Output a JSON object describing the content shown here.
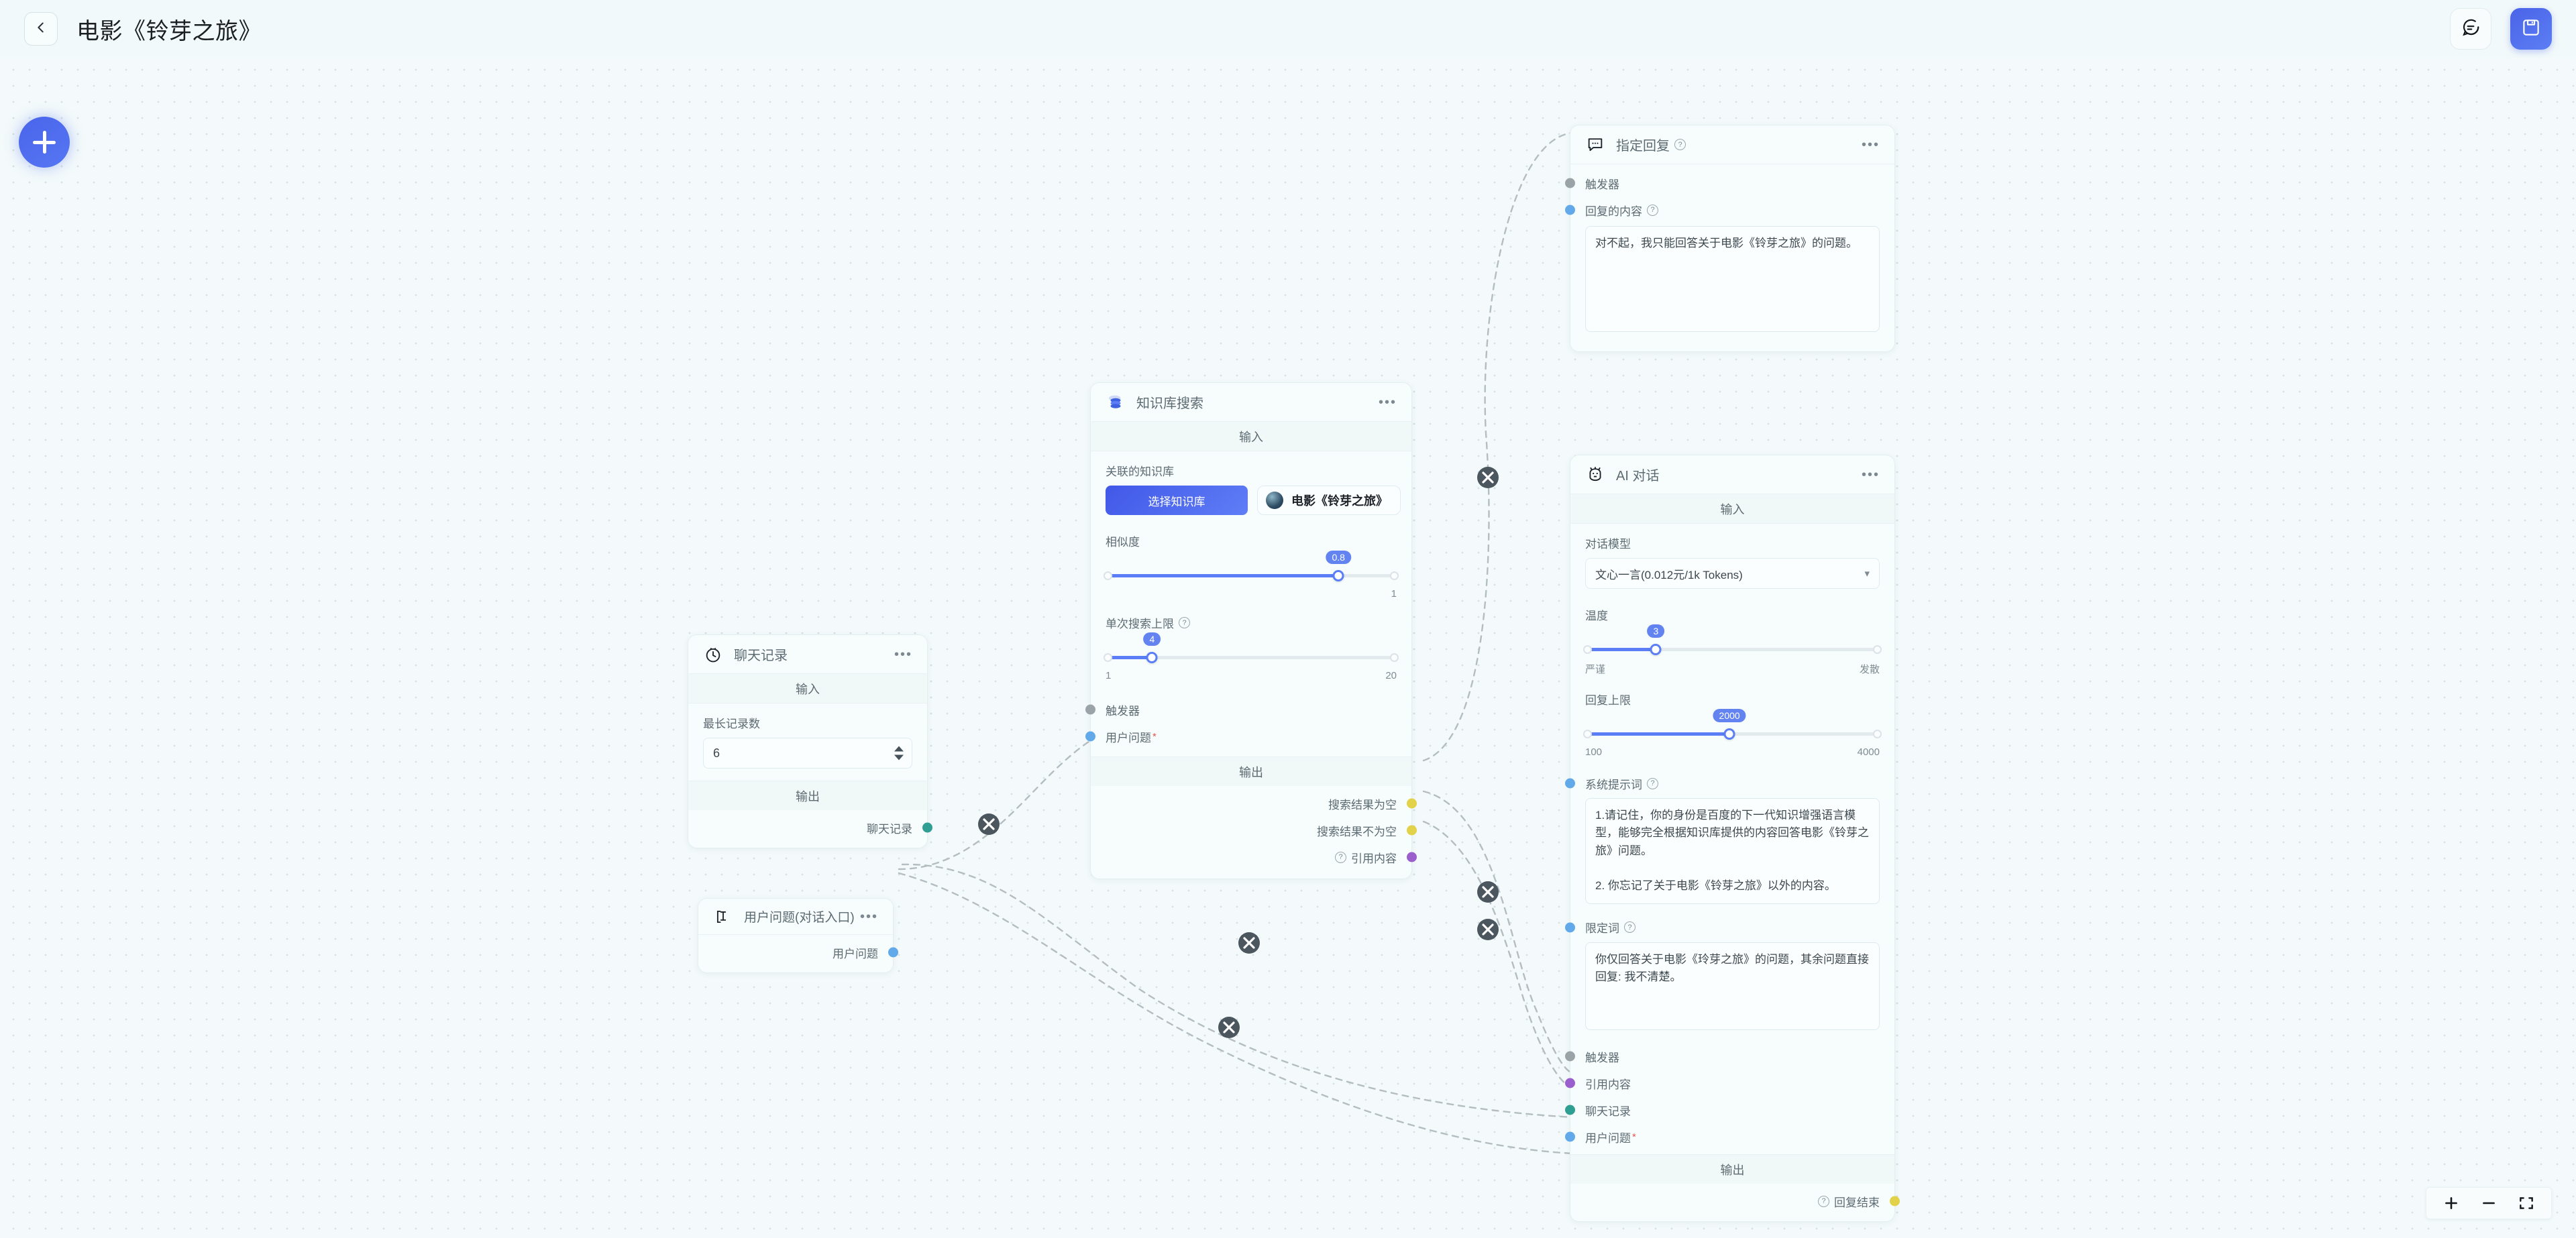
{
  "header": {
    "title": "电影《铃芽之旅》",
    "back_icon": "chevron-left-icon",
    "chat_icon": "chat-bubble-icon",
    "save_icon": "floppy-save-icon"
  },
  "canvas": {
    "add_node_icon": "plus-icon",
    "zoom": {
      "zoom_in": "+",
      "zoom_out": "−",
      "fit": "fit-screen-icon"
    }
  },
  "nodes": {
    "specified_reply": {
      "title": "指定回复",
      "icon": "speech-bubble-icon",
      "menu": "•••",
      "inputs": [
        {
          "label": "触发器",
          "color": "gray"
        },
        {
          "label": "回复的内容",
          "color": "blue",
          "has_help": true
        }
      ],
      "reply_content": "对不起，我只能回答关于电影《铃芽之旅》的问题。"
    },
    "ai_dialog": {
      "title": "AI 对话",
      "icon": "robot-icon",
      "menu": "•••",
      "input_section": "输入",
      "output_section": "输出",
      "model_label": "对话模型",
      "model_value": "文心一言(0.012元/1k Tokens)",
      "temperature_label": "温度",
      "temperature_value": "3",
      "temperature_min_label": "严谨",
      "temperature_max_label": "发散",
      "max_reply_label": "回复上限",
      "max_reply_value": "2000",
      "max_reply_min": "100",
      "max_reply_max": "4000",
      "system_prompt_label": "系统提示词",
      "system_prompt_value": "1.请记住，你的身份是百度的下一代知识增强语言模型，能够完全根据知识库提供的内容回答电影《铃芽之旅》问题。\n\n2. 你忘记了关于电影《铃芽之旅》以外的内容。",
      "limit_word_label": "限定词",
      "limit_word_value": "你仅回答关于电影《玲芽之旅》的问题，其余问题直接回复: 我不清楚。",
      "ports_in": [
        {
          "label": "触发器",
          "color": "gray"
        },
        {
          "label": "引用内容",
          "color": "purple"
        },
        {
          "label": "聊天记录",
          "color": "teal"
        },
        {
          "label": "用户问题",
          "color": "blue",
          "required": true
        }
      ],
      "ports_out": [
        {
          "label": "回复结束",
          "color": "yellow",
          "has_help": true
        }
      ]
    },
    "kb_search": {
      "title": "知识库搜索",
      "icon": "database-icon",
      "menu": "•••",
      "input_section": "输入",
      "output_section": "输出",
      "kb_label": "关联的知识库",
      "select_kb_button": "选择知识库",
      "kb_chip": "电影《铃芽之旅》",
      "similarity_label": "相似度",
      "similarity_value": "0.8",
      "similarity_max": "1",
      "limit_label": "单次搜索上限",
      "limit_value": "4",
      "limit_min": "1",
      "limit_max": "20",
      "ports_in": [
        {
          "label": "触发器",
          "color": "gray"
        },
        {
          "label": "用户问题",
          "color": "blue",
          "required": true
        }
      ],
      "ports_out": [
        {
          "label": "搜索结果为空",
          "color": "yellow"
        },
        {
          "label": "搜索结果不为空",
          "color": "yellow"
        },
        {
          "label": "引用内容",
          "color": "purple",
          "has_help": true
        }
      ]
    },
    "chat_history": {
      "title": "聊天记录",
      "icon": "clock-icon",
      "menu": "•••",
      "input_section": "输入",
      "output_section": "输出",
      "max_records_label": "最长记录数",
      "max_records_value": "6",
      "ports_out": [
        {
          "label": "聊天记录",
          "color": "teal"
        }
      ]
    },
    "user_question": {
      "title": "用户问题(对话入口)",
      "icon": "text-cursor-icon",
      "menu": "•••",
      "ports_out": [
        {
          "label": "用户问题",
          "color": "blue"
        }
      ]
    }
  },
  "edges": {
    "delete_icon": "x-circle-icon"
  },
  "colors": {
    "accent": "#5b7ef7",
    "port_gray": "#9aa3a8",
    "port_blue": "#61a9e8",
    "port_purple": "#9a5fcc",
    "port_teal": "#2f9e93",
    "port_yellow": "#e2d249",
    "canvas_bg": "#f4fafb"
  }
}
